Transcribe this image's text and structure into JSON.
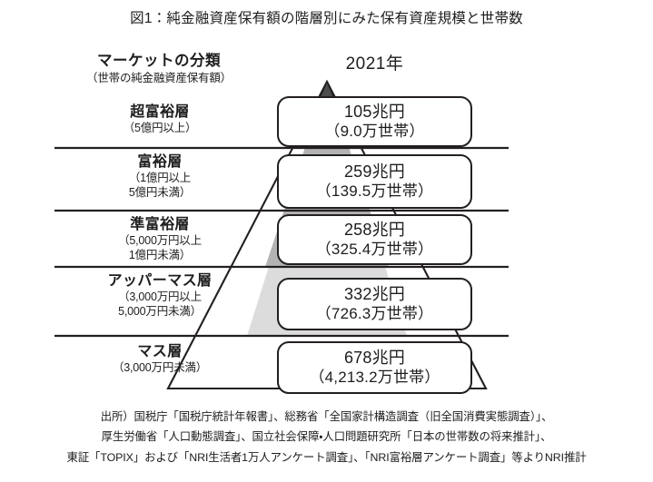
{
  "title": "図1：純金融資産保有額の階層別にみた保有資産規模と世帯数",
  "header": {
    "market_label_main": "マーケットの分類",
    "market_label_sub": "（世帯の純金融資産保有額）",
    "year": "2021年"
  },
  "chart_data": {
    "type": "bar",
    "title": "図1：純金融資産保有額の階層別にみた保有資産規模と世帯数",
    "subtitle": "2021年",
    "xlabel": "",
    "ylabel": "",
    "grid": false,
    "legend": "none",
    "categories": [
      "超富裕層",
      "富裕層",
      "準富裕層",
      "アッパーマス層",
      "マス層"
    ],
    "series": [
      {
        "name": "保有資産規模（兆円）",
        "values": [
          105,
          259,
          258,
          332,
          678
        ]
      },
      {
        "name": "世帯数（万世帯）",
        "values": [
          9.0,
          139.5,
          325.4,
          726.3,
          4213.2
        ]
      }
    ],
    "tiers": [
      {
        "name": "超富裕層",
        "range": [
          "（5億円以上）"
        ],
        "amount": "105兆円",
        "households": "（9.0万世帯）",
        "amount_value": 105,
        "households_value": 9.0
      },
      {
        "name": "富裕層",
        "range": [
          "（1億円以上",
          "5億円未満）"
        ],
        "amount": "259兆円",
        "households": "（139.5万世帯）",
        "amount_value": 259,
        "households_value": 139.5
      },
      {
        "name": "準富裕層",
        "range": [
          "（5,000万円以上",
          "1億円未満）"
        ],
        "amount": "258兆円",
        "households": "（325.4万世帯）",
        "amount_value": 258,
        "households_value": 325.4
      },
      {
        "name": "アッパーマス層",
        "range": [
          "（3,000万円以上",
          "5,000万円未満）"
        ],
        "amount": "332兆円",
        "households": "（726.3万世帯）",
        "amount_value": 332,
        "households_value": 726.3
      },
      {
        "name": "マス層",
        "range": [
          "（3,000万円未満）"
        ],
        "amount": "678兆円",
        "households": "（4,213.2万世帯）",
        "amount_value": 678,
        "households_value": 4213.2
      }
    ]
  },
  "colors": {
    "line": "#231f20",
    "text": "#1d1d1d",
    "fill_light": "#dcdcdc",
    "fill_mid": "#b3b3b3",
    "background": "#ffffff"
  },
  "source_notes": [
    "出所）国税庁「国税庁統計年報書」、総務省「全国家計構造調査（旧全国消費実態調査）」、",
    "厚生労働省「人口動態調査」、国立社会保障・人口問題研究所「日本の世帯数の将来推計」、",
    "東証「TOPIX」および「NRI生活者1万人アンケート調査」、「NRI富裕層アンケート調査」等よりNRI推計"
  ]
}
